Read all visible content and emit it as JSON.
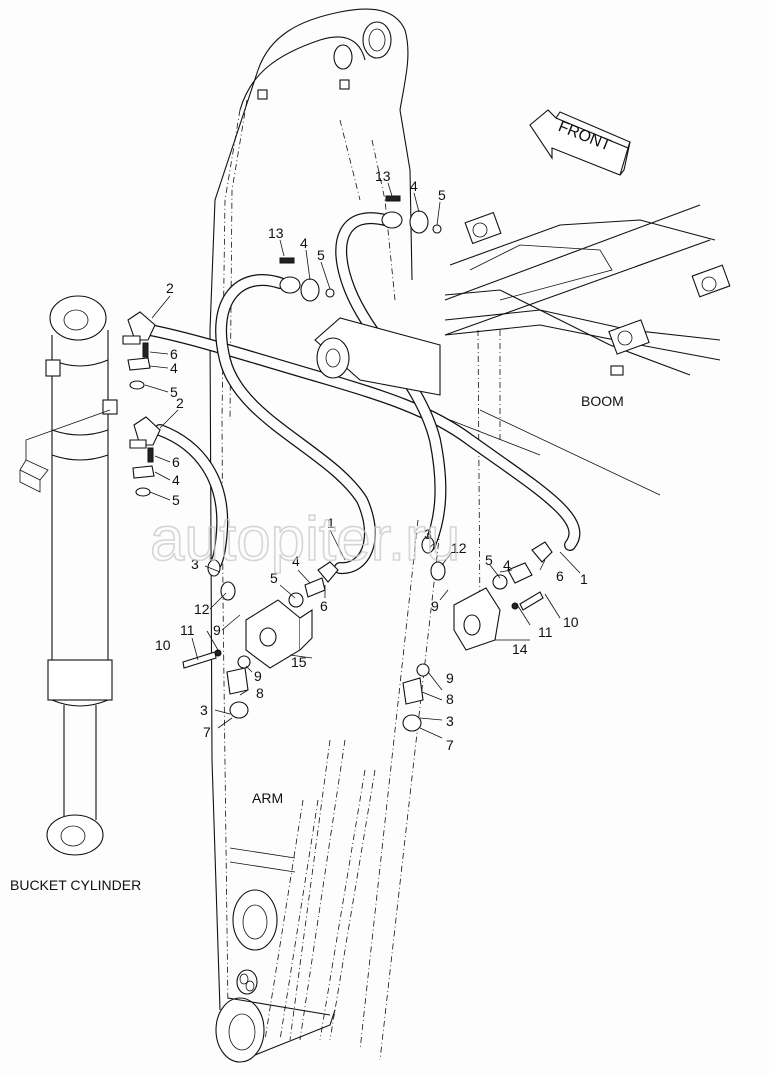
{
  "labels": {
    "front": "FRONT",
    "boom": "BOOM",
    "arm": "ARM",
    "bucket_cylinder": "BUCKET CYLINDER"
  },
  "watermark": "autopiter.ru",
  "callouts": {
    "c13a": "13",
    "c4a": "4",
    "c5a": "5",
    "c13b": "13",
    "c4b": "4",
    "c5b": "5",
    "c2a": "2",
    "c6a": "6",
    "c4c": "4",
    "c5c": "5",
    "c2b": "2",
    "c6b": "6",
    "c4d": "4",
    "c5d": "5",
    "c1a": "1",
    "c4e": "4",
    "c5e": "5",
    "c6c": "6",
    "c3a": "3",
    "c12a": "12",
    "c9a": "9",
    "c15": "15",
    "c11a": "11",
    "c10a": "10",
    "c9b": "9",
    "c8a": "8",
    "c3b": "3",
    "c7a": "7",
    "c1b": "1",
    "c3c": "3",
    "c12b": "12",
    "c5f": "5",
    "c4f": "4",
    "c6d": "6",
    "c9c": "9",
    "c14": "14",
    "c11b": "11",
    "c10b": "10",
    "c9d": "9",
    "c8b": "8",
    "c3d": "3",
    "c7b": "7"
  }
}
